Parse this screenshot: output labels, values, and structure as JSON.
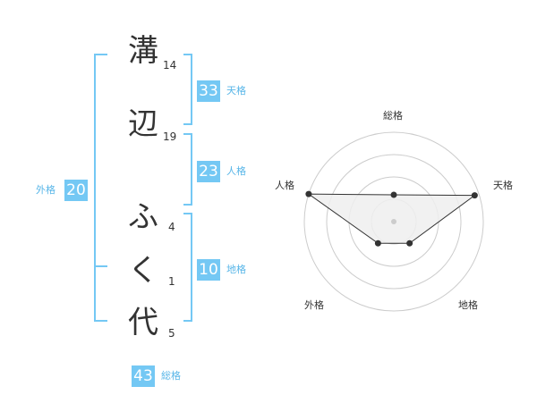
{
  "colors": {
    "accent": "#74c8f4",
    "label": "#58b6e8",
    "text": "#333333",
    "radar_ring": "#cccccc",
    "radar_fill": "#efefef"
  },
  "name": {
    "characters": [
      {
        "char": "溝",
        "strokes": "14"
      },
      {
        "char": "辺",
        "strokes": "19"
      },
      {
        "char": "ふ",
        "strokes": "4"
      },
      {
        "char": "く",
        "strokes": "1"
      },
      {
        "char": "代",
        "strokes": "5"
      }
    ]
  },
  "kakusu": {
    "tenkaku": {
      "value": "33",
      "label": "天格"
    },
    "jinkaku": {
      "value": "23",
      "label": "人格"
    },
    "chikaku": {
      "value": "10",
      "label": "地格"
    },
    "gaikaku": {
      "value": "20",
      "label": "外格"
    },
    "soukaku": {
      "value": "43",
      "label": "総格"
    }
  },
  "chart_data": {
    "type": "radar",
    "axes": [
      "総格",
      "天格",
      "地格",
      "外格",
      "人格"
    ],
    "values": [
      1.2,
      3.8,
      1.2,
      1.2,
      4.0
    ],
    "max": 4,
    "rings": 4,
    "grid": true
  }
}
